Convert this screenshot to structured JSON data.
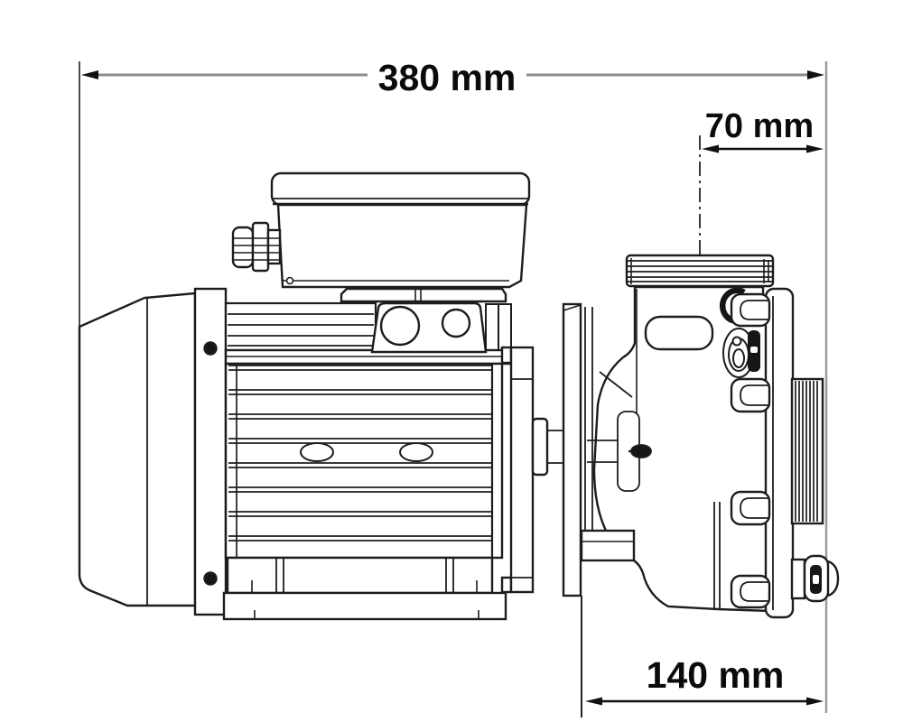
{
  "page": {
    "type": "technical-dimension-drawing",
    "subject": "side-view pump drawing (electric motor with terminal box, mounting bracket and threaded wet end)",
    "background": "#ffffff"
  },
  "dimensions": {
    "overall_length": {
      "label": "380 mm",
      "value": 380,
      "unit": "mm"
    },
    "port_offset": {
      "label": "70 mm",
      "value": 70,
      "unit": "mm"
    },
    "wet_end_length": {
      "label": "140 mm",
      "value": 140,
      "unit": "mm"
    }
  },
  "colors": {
    "drawing_line": "#1d1d1d",
    "dimension_grey_line": "#8c8c8c",
    "dimension_black_line": "#111111",
    "fill_white": "#ffffff",
    "dark_fill": "#161616"
  },
  "components": [
    "motor-end-bell",
    "motor-flange",
    "motor-cooling-fins",
    "terminal-box",
    "cable-gland",
    "motor-base-feet",
    "drive-end-plate",
    "mounting-bracket",
    "pump-volute",
    "top-threaded-port",
    "side-threaded-port",
    "clamp-bolt-tabs",
    "badge-oval",
    "drain-plug",
    "impeller-nut",
    "port-centerline"
  ]
}
